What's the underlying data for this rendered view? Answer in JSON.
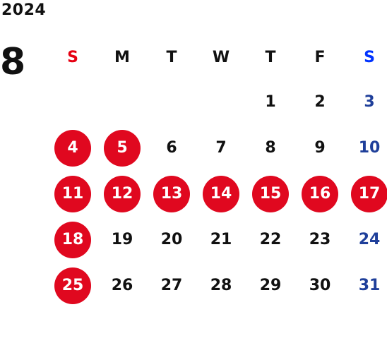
{
  "calendar": {
    "year": "2024",
    "month": "8",
    "weekdays": [
      "S",
      "M",
      "T",
      "W",
      "T",
      "F",
      "S"
    ],
    "weeks": [
      [
        "",
        "",
        "",
        "",
        "1",
        "2",
        "3"
      ],
      [
        "4",
        "5",
        "6",
        "7",
        "8",
        "9",
        "10"
      ],
      [
        "11",
        "12",
        "13",
        "14",
        "15",
        "16",
        "17"
      ],
      [
        "18",
        "19",
        "20",
        "21",
        "22",
        "23",
        "24"
      ],
      [
        "25",
        "26",
        "27",
        "28",
        "29",
        "30",
        "31"
      ]
    ],
    "highlighted_days": [
      "4",
      "5",
      "11",
      "12",
      "13",
      "14",
      "15",
      "16",
      "17",
      "18",
      "25"
    ],
    "colors": {
      "sunday_header": "#e60012",
      "saturday_header": "#0033ff",
      "saturday_dates": "#1f3f9a",
      "holiday_circle": "#e0081f",
      "text": "#111111"
    }
  }
}
